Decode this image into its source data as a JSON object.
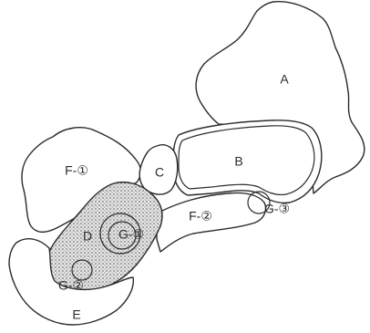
{
  "regions": {
    "a": {
      "label": "A"
    },
    "b": {
      "label": "B"
    },
    "c": {
      "label": "C"
    },
    "d": {
      "label": "D"
    },
    "e": {
      "label": "E"
    },
    "f1": {
      "label": "F-①"
    },
    "f2": {
      "label": "F-②"
    },
    "g1": {
      "label": "G-①"
    },
    "g2": {
      "label": "G-②"
    },
    "g3": {
      "label": "G-③"
    }
  },
  "colors": {
    "stroke": "#2b2b2b",
    "shading": "#9a9a9a",
    "background": "#ffffff"
  }
}
